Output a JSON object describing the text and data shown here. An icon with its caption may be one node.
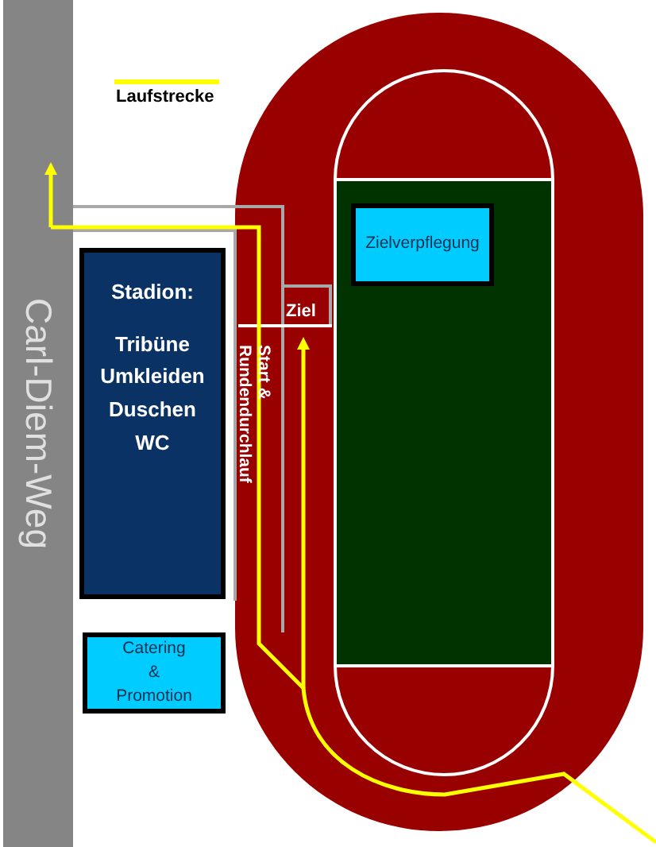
{
  "diagram": {
    "nodes": [
      {
        "text": [
          "Carl-Diem-Weg"
        ]
      },
      {
        "text": [
          "Stadion:",
          "Tribüne Umkleiden Duschen WC"
        ]
      },
      {
        "text": [
          "Catering & Promotion"
        ]
      },
      {
        "text": [
          "Zielverpflegung"
        ]
      }
    ],
    "edges": [],
    "labels": [
      "Ziel",
      "Start & Rundendurchlauf"
    ],
    "legend": [
      {
        "text": "Laufstrecke",
        "color": "#ffff00"
      }
    ]
  }
}
